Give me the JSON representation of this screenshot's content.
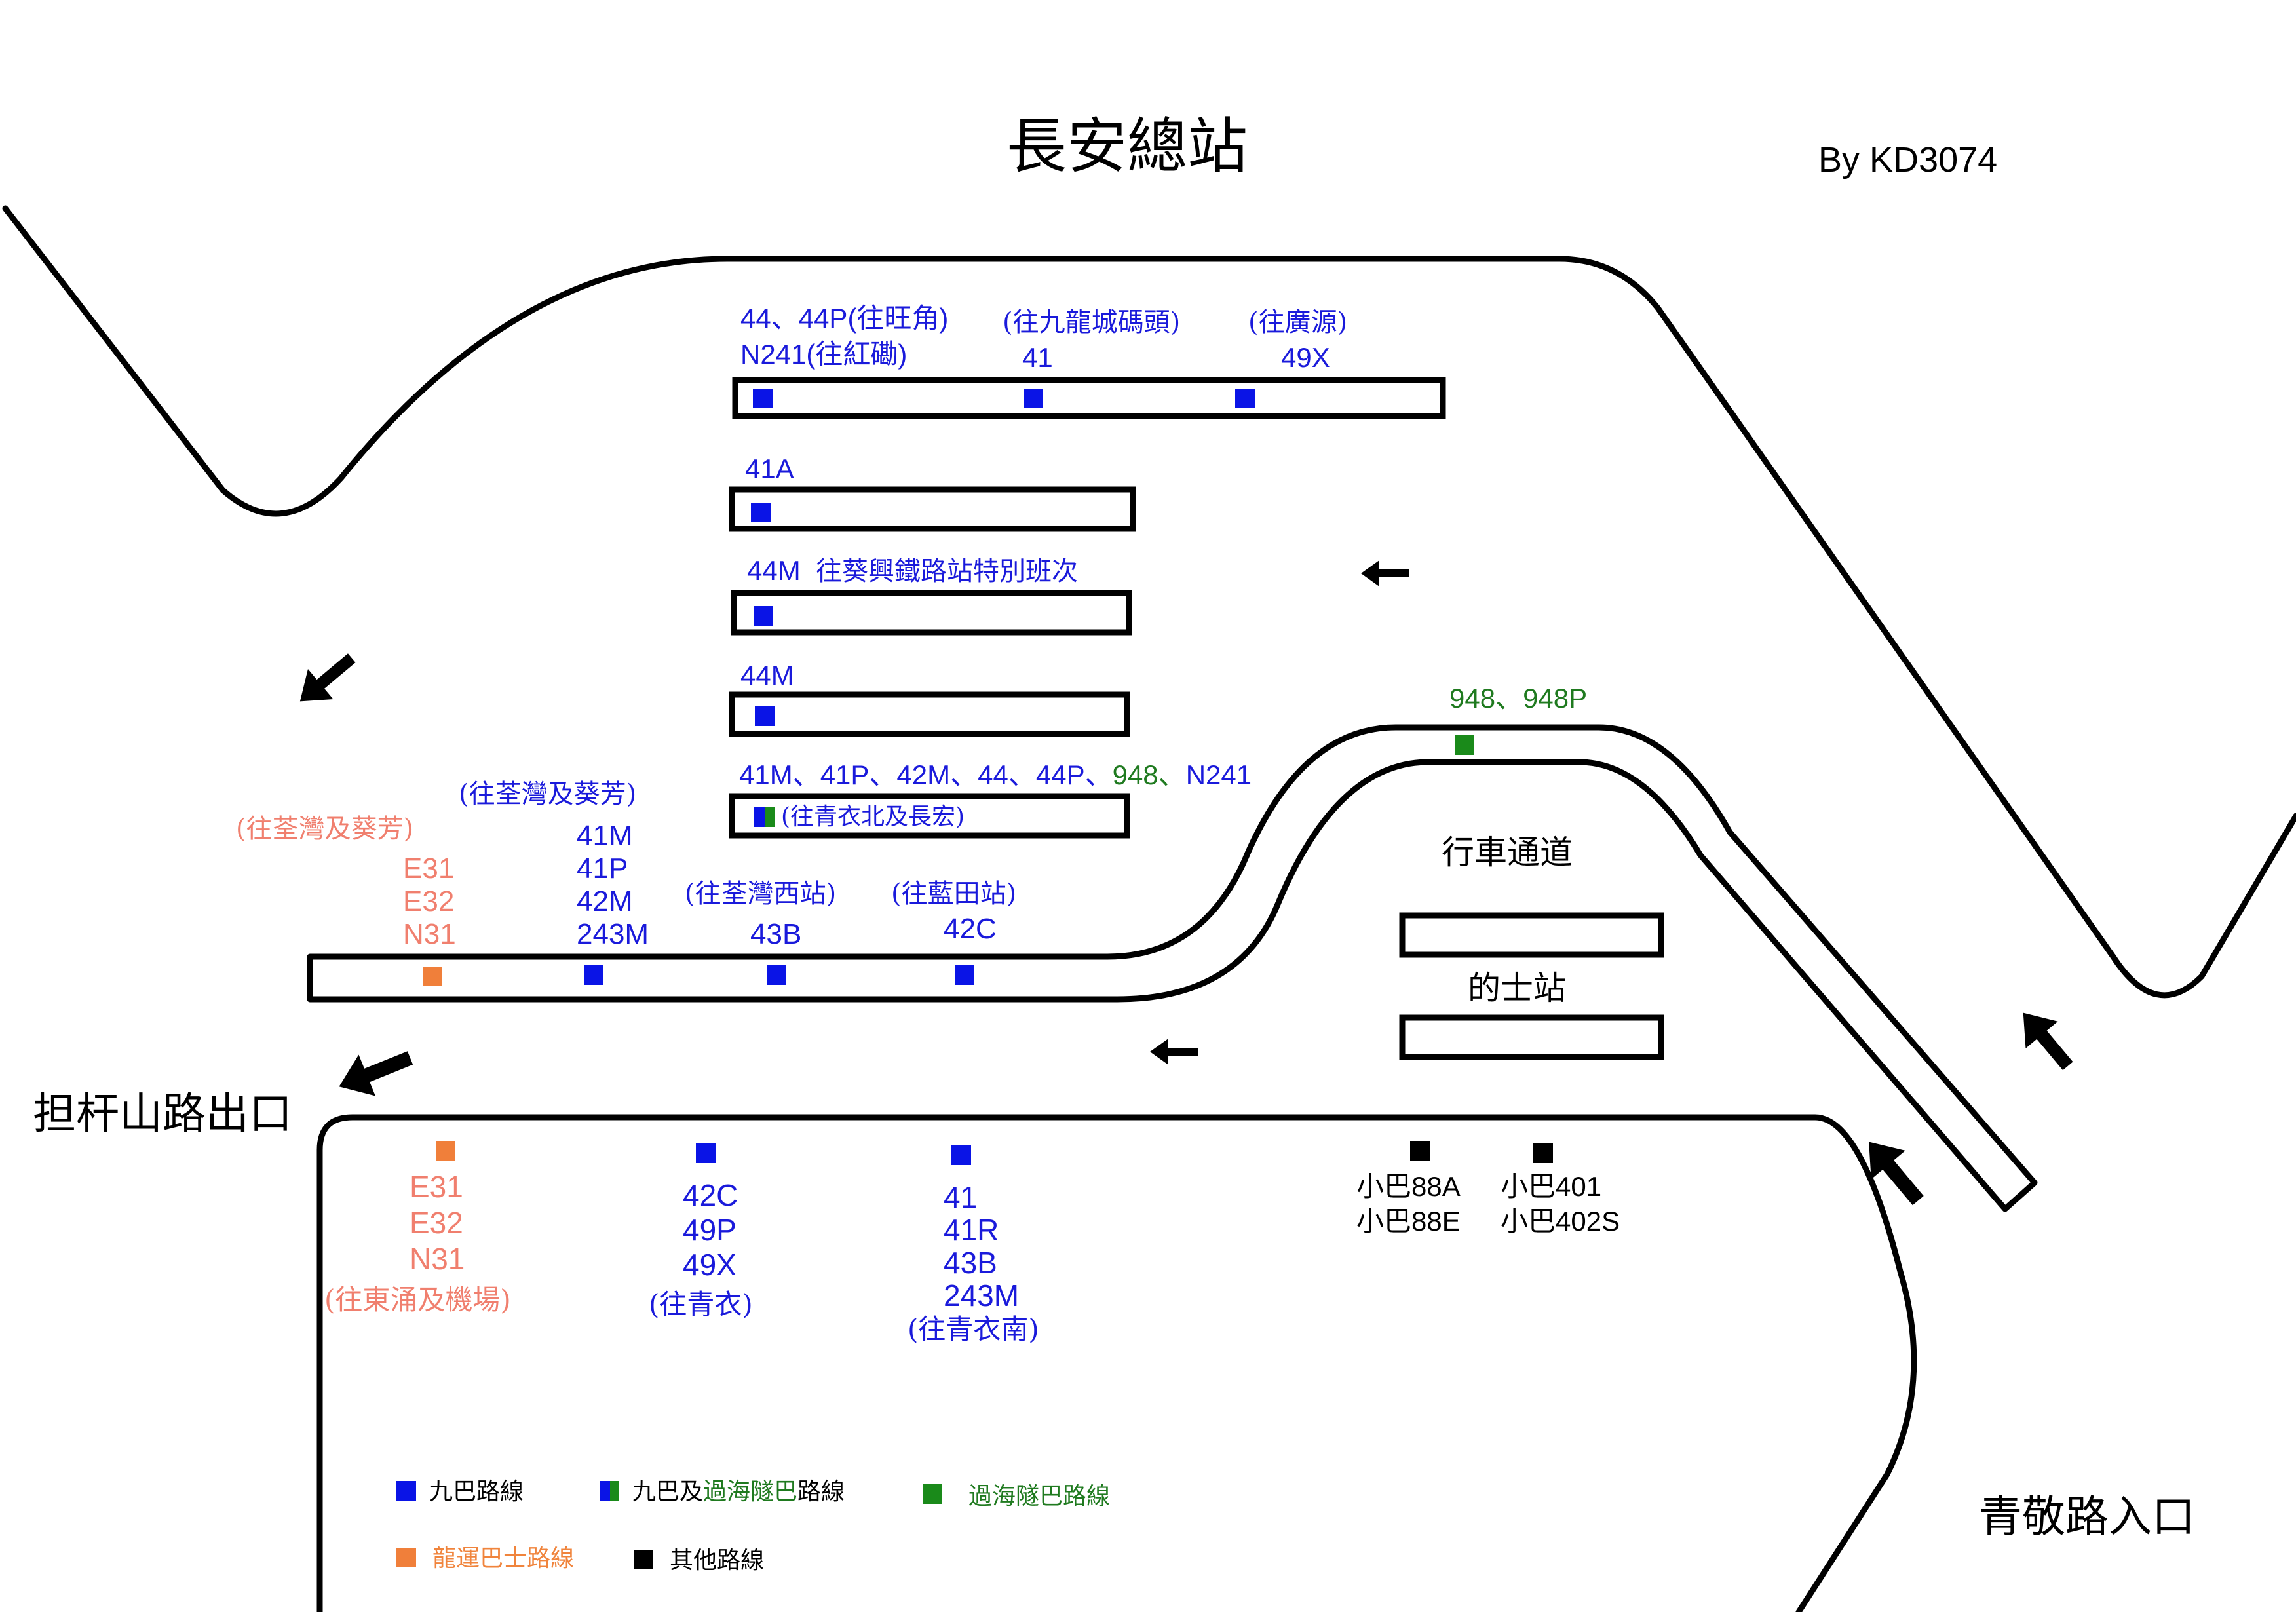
{
  "title": "長安總站",
  "author": "By KD3074",
  "colors": {
    "kmb": "#0a14e6",
    "tunnel": "#1a8a1a",
    "lwb": "#f07f3a",
    "other": "#000000",
    "road": "#000000",
    "kmb_text": "#1a1adb",
    "tunnel_text": "#1f7a1f",
    "lwb_text": "#f07f6e"
  },
  "labels": {
    "exit": "担杆山路出口",
    "entrance": "青敬路入口",
    "driveway": "行車通道",
    "taxi": "的士站"
  },
  "platforms": {
    "row1": {
      "a_routes": "44、44P(往旺角)",
      "a_routes2": "N241(往紅磡)",
      "b_dest": "(往九龍城碼頭)",
      "b_route": "41",
      "c_dest": "(往廣源)",
      "c_route": "49X"
    },
    "row2": {
      "route": "41A"
    },
    "row3": {
      "route": "44M",
      "note": "往葵興鐵路站特別班次"
    },
    "row4": {
      "route": "44M"
    },
    "row5": {
      "routes_kmb": "41M、41P、42M、44、44P、",
      "routes_tunnel": "948",
      "routes_sep": "、",
      "routes_n": "N241",
      "dest": "(往青衣北及長宏)"
    },
    "tunnel_stop": {
      "routes": "948、948P"
    },
    "row6": {
      "lwb_dest": "(往荃灣及葵芳)",
      "lwb_routes": [
        "E31",
        "E32",
        "N31"
      ],
      "kmb1_dest": "(往荃灣及葵芳)",
      "kmb1_routes": [
        "41M",
        "41P",
        "42M",
        "243M"
      ],
      "kmb2_dest": "(往荃灣西站)",
      "kmb2_route": "43B",
      "kmb3_dest": "(往藍田站)",
      "kmb3_route": "42C"
    },
    "south": {
      "lwb_routes": [
        "E31",
        "E32",
        "N31"
      ],
      "lwb_dest": "(往東涌及機場)",
      "kmb1_routes": [
        "42C",
        "49P",
        "49X"
      ],
      "kmb1_dest": "(往青衣)",
      "kmb2_routes": [
        "41",
        "41R",
        "43B",
        "243M"
      ],
      "kmb2_dest": "(往青衣南)",
      "minibus1": [
        "小巴88A",
        "小巴88E"
      ],
      "minibus2": [
        "小巴401",
        "小巴402S"
      ]
    }
  },
  "legend": {
    "kmb": "九巴路線",
    "kmb_tunnel_a": "九巴及",
    "kmb_tunnel_b": "過海隧巴",
    "kmb_tunnel_c": "路線",
    "tunnel": "過海隧巴路線",
    "lwb": "龍運巴士路線",
    "other": "其他路線"
  }
}
